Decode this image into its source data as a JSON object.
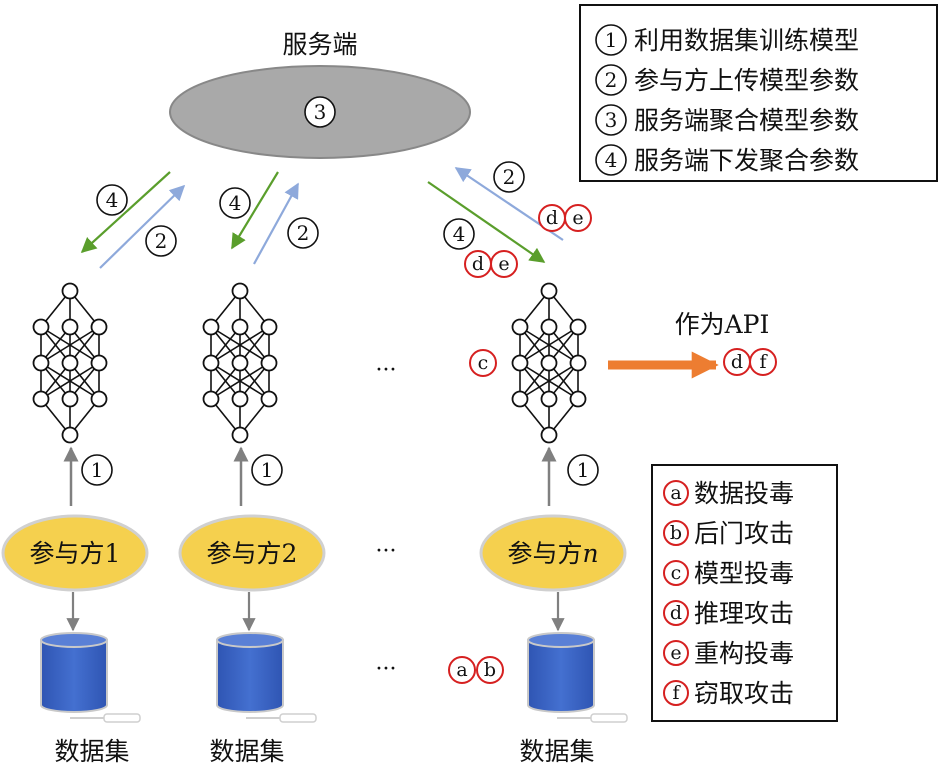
{
  "server": {
    "label": "服务端",
    "step": "3"
  },
  "steps": {
    "train": "1",
    "upload": "2",
    "aggregate": "3",
    "distribute": "4"
  },
  "participants": [
    {
      "name": "参与方1",
      "dataset": "数据集"
    },
    {
      "name": "参与方2",
      "dataset": "数据集"
    },
    {
      "name": "参与方",
      "name_suffix": "n",
      "dataset": "数据集"
    }
  ],
  "ellipsis": "···",
  "api": {
    "label": "作为API",
    "attacks": [
      "d",
      "f"
    ]
  },
  "attack_markers": {
    "upload_path": [
      "d",
      "e"
    ],
    "download_path": [
      "d",
      "e"
    ],
    "model": [
      "c"
    ],
    "data": [
      "a",
      "b"
    ]
  },
  "legend_steps": [
    {
      "num": "1",
      "text": "利用数据集训练模型"
    },
    {
      "num": "2",
      "text": "参与方上传模型参数"
    },
    {
      "num": "3",
      "text": "服务端聚合模型参数"
    },
    {
      "num": "4",
      "text": "服务端下发聚合参数"
    }
  ],
  "legend_attacks": [
    {
      "letter": "a",
      "text": "数据投毒"
    },
    {
      "letter": "b",
      "text": "后门攻击"
    },
    {
      "letter": "c",
      "text": "模型投毒"
    },
    {
      "letter": "d",
      "text": "推理攻击"
    },
    {
      "letter": "e",
      "text": "重构投毒"
    },
    {
      "letter": "f",
      "text": "窃取攻击"
    }
  ],
  "colors": {
    "server_fill": "#a9a9a9",
    "participant_fill": "#f5d04e",
    "database_fill": "#3d62bf",
    "arrow_green": "#5a9e2c",
    "arrow_blue": "#8ea9db",
    "arrow_gray": "#808080",
    "api_arrow": "#ed7d31",
    "attack_red": "#d62020"
  }
}
